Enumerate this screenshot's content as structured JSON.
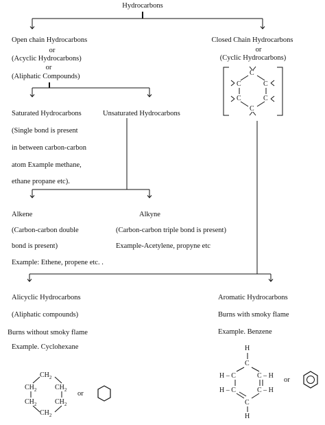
{
  "root": {
    "label": "Hydrocarbons"
  },
  "open_chain": {
    "title": "Open chain Hydrocarbons",
    "or1": "or",
    "alt1": "(Acyclic Hydrocarbons)",
    "or2": "or",
    "alt2": "(Aliphatic Compounds)"
  },
  "closed_chain": {
    "title": "Closed Chain Hydrocarbons",
    "or": "or",
    "alt": "(Cyclic Hydrocarbons)",
    "ring_atom": "C"
  },
  "saturated": {
    "title": "Saturated Hydrocarbons",
    "lines": [
      "(Single bond is present",
      "in between carbon-carbon",
      "atom Example methane,",
      "ethane propane etc)."
    ]
  },
  "unsaturated": {
    "title": "Unsaturated Hydrocarbons"
  },
  "alkene": {
    "title": "Alkene",
    "lines": [
      "(Carbon-carbon double",
      "bond is present)",
      "Example: Ethene, propene etc.  ."
    ]
  },
  "alkyne": {
    "title": "Alkyne",
    "lines": [
      "(Carbon-carbon triple bond is present)",
      "Example-Acetylene, propyne etc"
    ]
  },
  "alicyclic": {
    "title": "Alicyclic Hydrocarbons",
    "lines": [
      "(Aliphatic compounds)",
      "Burns without smoky flame",
      "Example. Cyclohexane"
    ]
  },
  "aromatic": {
    "title": "Aromatic Hydrocarbons",
    "lines": [
      "Burns with smoky flame",
      "Example. Benzene"
    ]
  },
  "cyclohexane": {
    "ch2": "CH",
    "sub": "2",
    "or": "or"
  },
  "benzene": {
    "c": "C",
    "h": "H",
    "ch_left": "H – C",
    "ch_right": "C – H",
    "or": "or"
  }
}
